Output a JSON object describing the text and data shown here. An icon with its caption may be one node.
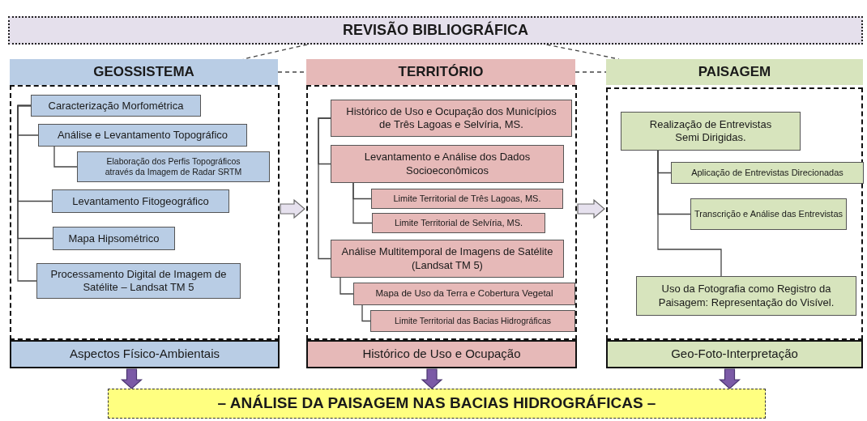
{
  "diagram": {
    "nodes": [
      {
        "text": [
          "REVISÃO BIBLIOGRÁFICA"
        ]
      },
      {
        "text": [
          "GEOSSISTEMA"
        ]
      },
      {
        "text": [
          "TERRITÓRIO"
        ]
      },
      {
        "text": [
          "PAISAGEM"
        ]
      },
      {
        "text": [],
        "shape": "box"
      },
      {
        "text": [
          "Caracterização Morfométrica"
        ],
        "in": 4
      },
      {
        "text": [
          "Análise e Levantamento Topográfico"
        ],
        "in": 4
      },
      {
        "text": [
          "Elaboração dos Perfis Topográficos através da Imagem de Radar SRTM"
        ],
        "in": 4
      },
      {
        "text": [
          "Levantamento Fitogeográfico"
        ],
        "in": 4
      },
      {
        "text": [
          "Mapa Hipsométrico"
        ],
        "in": 4
      },
      {
        "text": [
          "Processamento Digital de Imagem de Satélite – Landsat TM 5"
        ],
        "in": 4
      },
      {
        "text": [
          "Aspectos Físico-Ambientais"
        ]
      },
      {
        "text": [],
        "shape": "box"
      },
      {
        "text": [
          "Histórico de Uso e Ocupação dos Municípios de Três Lagoas e Selvíria, MS."
        ],
        "in": 12
      },
      {
        "text": [
          "Levantamento e Análise dos Dados Socioeconômicos"
        ],
        "in": 12
      },
      {
        "text": [
          "Limite Territorial de Três Lagoas, MS."
        ],
        "in": 12
      },
      {
        "text": [
          "Limite Territorial de Selvíria, MS."
        ],
        "in": 12
      },
      {
        "text": [
          "Análise Multitemporal de Imagens de Satélite (Landsat TM 5)"
        ],
        "in": 12
      },
      {
        "text": [
          "Mapa de Uso da Terra e Cobertura Vegetal"
        ],
        "in": 12
      },
      {
        "text": [
          "Limite Territorial das Bacias Hidrográficas"
        ],
        "in": 12
      },
      {
        "text": [
          "Histórico de Uso e Ocupação"
        ]
      },
      {
        "text": [],
        "shape": "box"
      },
      {
        "text": [
          "Realização de Entrevistas Semi Dirigidas."
        ],
        "in": 21
      },
      {
        "text": [
          "Aplicação de Entrevistas Direcionadas"
        ],
        "in": 21
      },
      {
        "text": [
          "Transcrição e Análise das Entrevistas"
        ],
        "in": 21
      },
      {
        "text": [
          "Uso da Fotografia como Registro da Paisagem: Representação do Visível."
        ],
        "in": 21
      },
      {
        "text": [
          "Geo-Foto-Interpretação"
        ]
      },
      {
        "text": [
          "– ANÁLISE DA PAISAGEM NAS BACIAS HIDROGRÁFICAS –"
        ]
      }
    ],
    "edges": [
      {
        "from": 0,
        "to": 1,
        "arrow": "none",
        "style": "dashed"
      },
      {
        "from": 0,
        "to": 3,
        "arrow": "none",
        "style": "dashed"
      },
      {
        "from": 1,
        "to": 2,
        "arrow": "none",
        "style": "dashed"
      },
      {
        "from": 2,
        "to": 3,
        "arrow": "none",
        "style": "dashed"
      },
      {
        "from": 5,
        "to": 6,
        "arrow": "none"
      },
      {
        "from": 5,
        "to": 8,
        "arrow": "none"
      },
      {
        "from": 5,
        "to": 9,
        "arrow": "none"
      },
      {
        "from": 5,
        "to": 10,
        "arrow": "none"
      },
      {
        "from": 6,
        "to": 7,
        "arrow": "none"
      },
      {
        "from": 13,
        "to": 14,
        "arrow": "none"
      },
      {
        "from": 13,
        "to": 17,
        "arrow": "none"
      },
      {
        "from": 14,
        "to": 15,
        "arrow": "none"
      },
      {
        "from": 14,
        "to": 16,
        "arrow": "none"
      },
      {
        "from": 17,
        "to": 18,
        "arrow": "none"
      },
      {
        "from": 18,
        "to": 19,
        "arrow": "none"
      },
      {
        "from": 22,
        "to": 23,
        "arrow": "none"
      },
      {
        "from": 22,
        "to": 24,
        "arrow": "none"
      },
      {
        "from": 22,
        "to": 25,
        "arrow": "none"
      },
      {
        "from": 4,
        "to": 12,
        "arrow": "to",
        "style": "thick"
      },
      {
        "from": 12,
        "to": 21,
        "arrow": "to",
        "style": "thick"
      },
      {
        "from": 11,
        "to": 27,
        "arrow": "to",
        "style": "thick",
        "color": "#7b5aa6"
      },
      {
        "from": 20,
        "to": 27,
        "arrow": "to",
        "style": "thick",
        "color": "#7b5aa6"
      },
      {
        "from": 26,
        "to": 27,
        "arrow": "to",
        "style": "thick",
        "color": "#7b5aa6"
      }
    ]
  }
}
